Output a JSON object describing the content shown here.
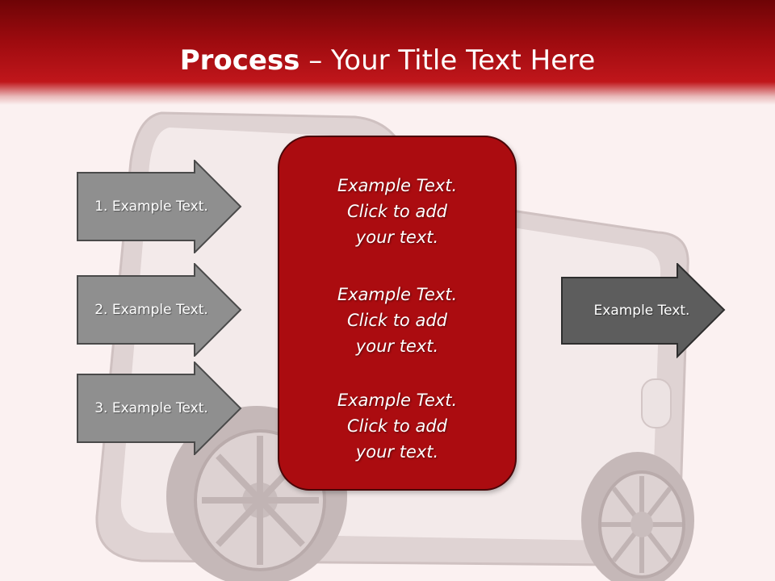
{
  "slide": {
    "title_bold": "Process",
    "title_rest": " – Your Title Text Here"
  },
  "left_arrows": [
    {
      "label": "1. Example Text."
    },
    {
      "label": "2. Example Text."
    },
    {
      "label": "3. Example Text."
    }
  ],
  "center_box": {
    "blocks": [
      {
        "line1": "Example Text.",
        "line2": "Click  to add",
        "line3": "your text."
      },
      {
        "line1": "Example Text.",
        "line2": "Click  to add",
        "line3": "your text."
      },
      {
        "line1": "Example Text.",
        "line2": "Click  to add",
        "line3": "your text."
      }
    ]
  },
  "right_arrow": {
    "label": "Example Text."
  },
  "colors": {
    "header_red": "#c0161b",
    "center_box": "#ab0c10",
    "arrow_light": "#8f8f8f",
    "arrow_dark": "#5d5d5d",
    "background": "#fbf1f1"
  }
}
